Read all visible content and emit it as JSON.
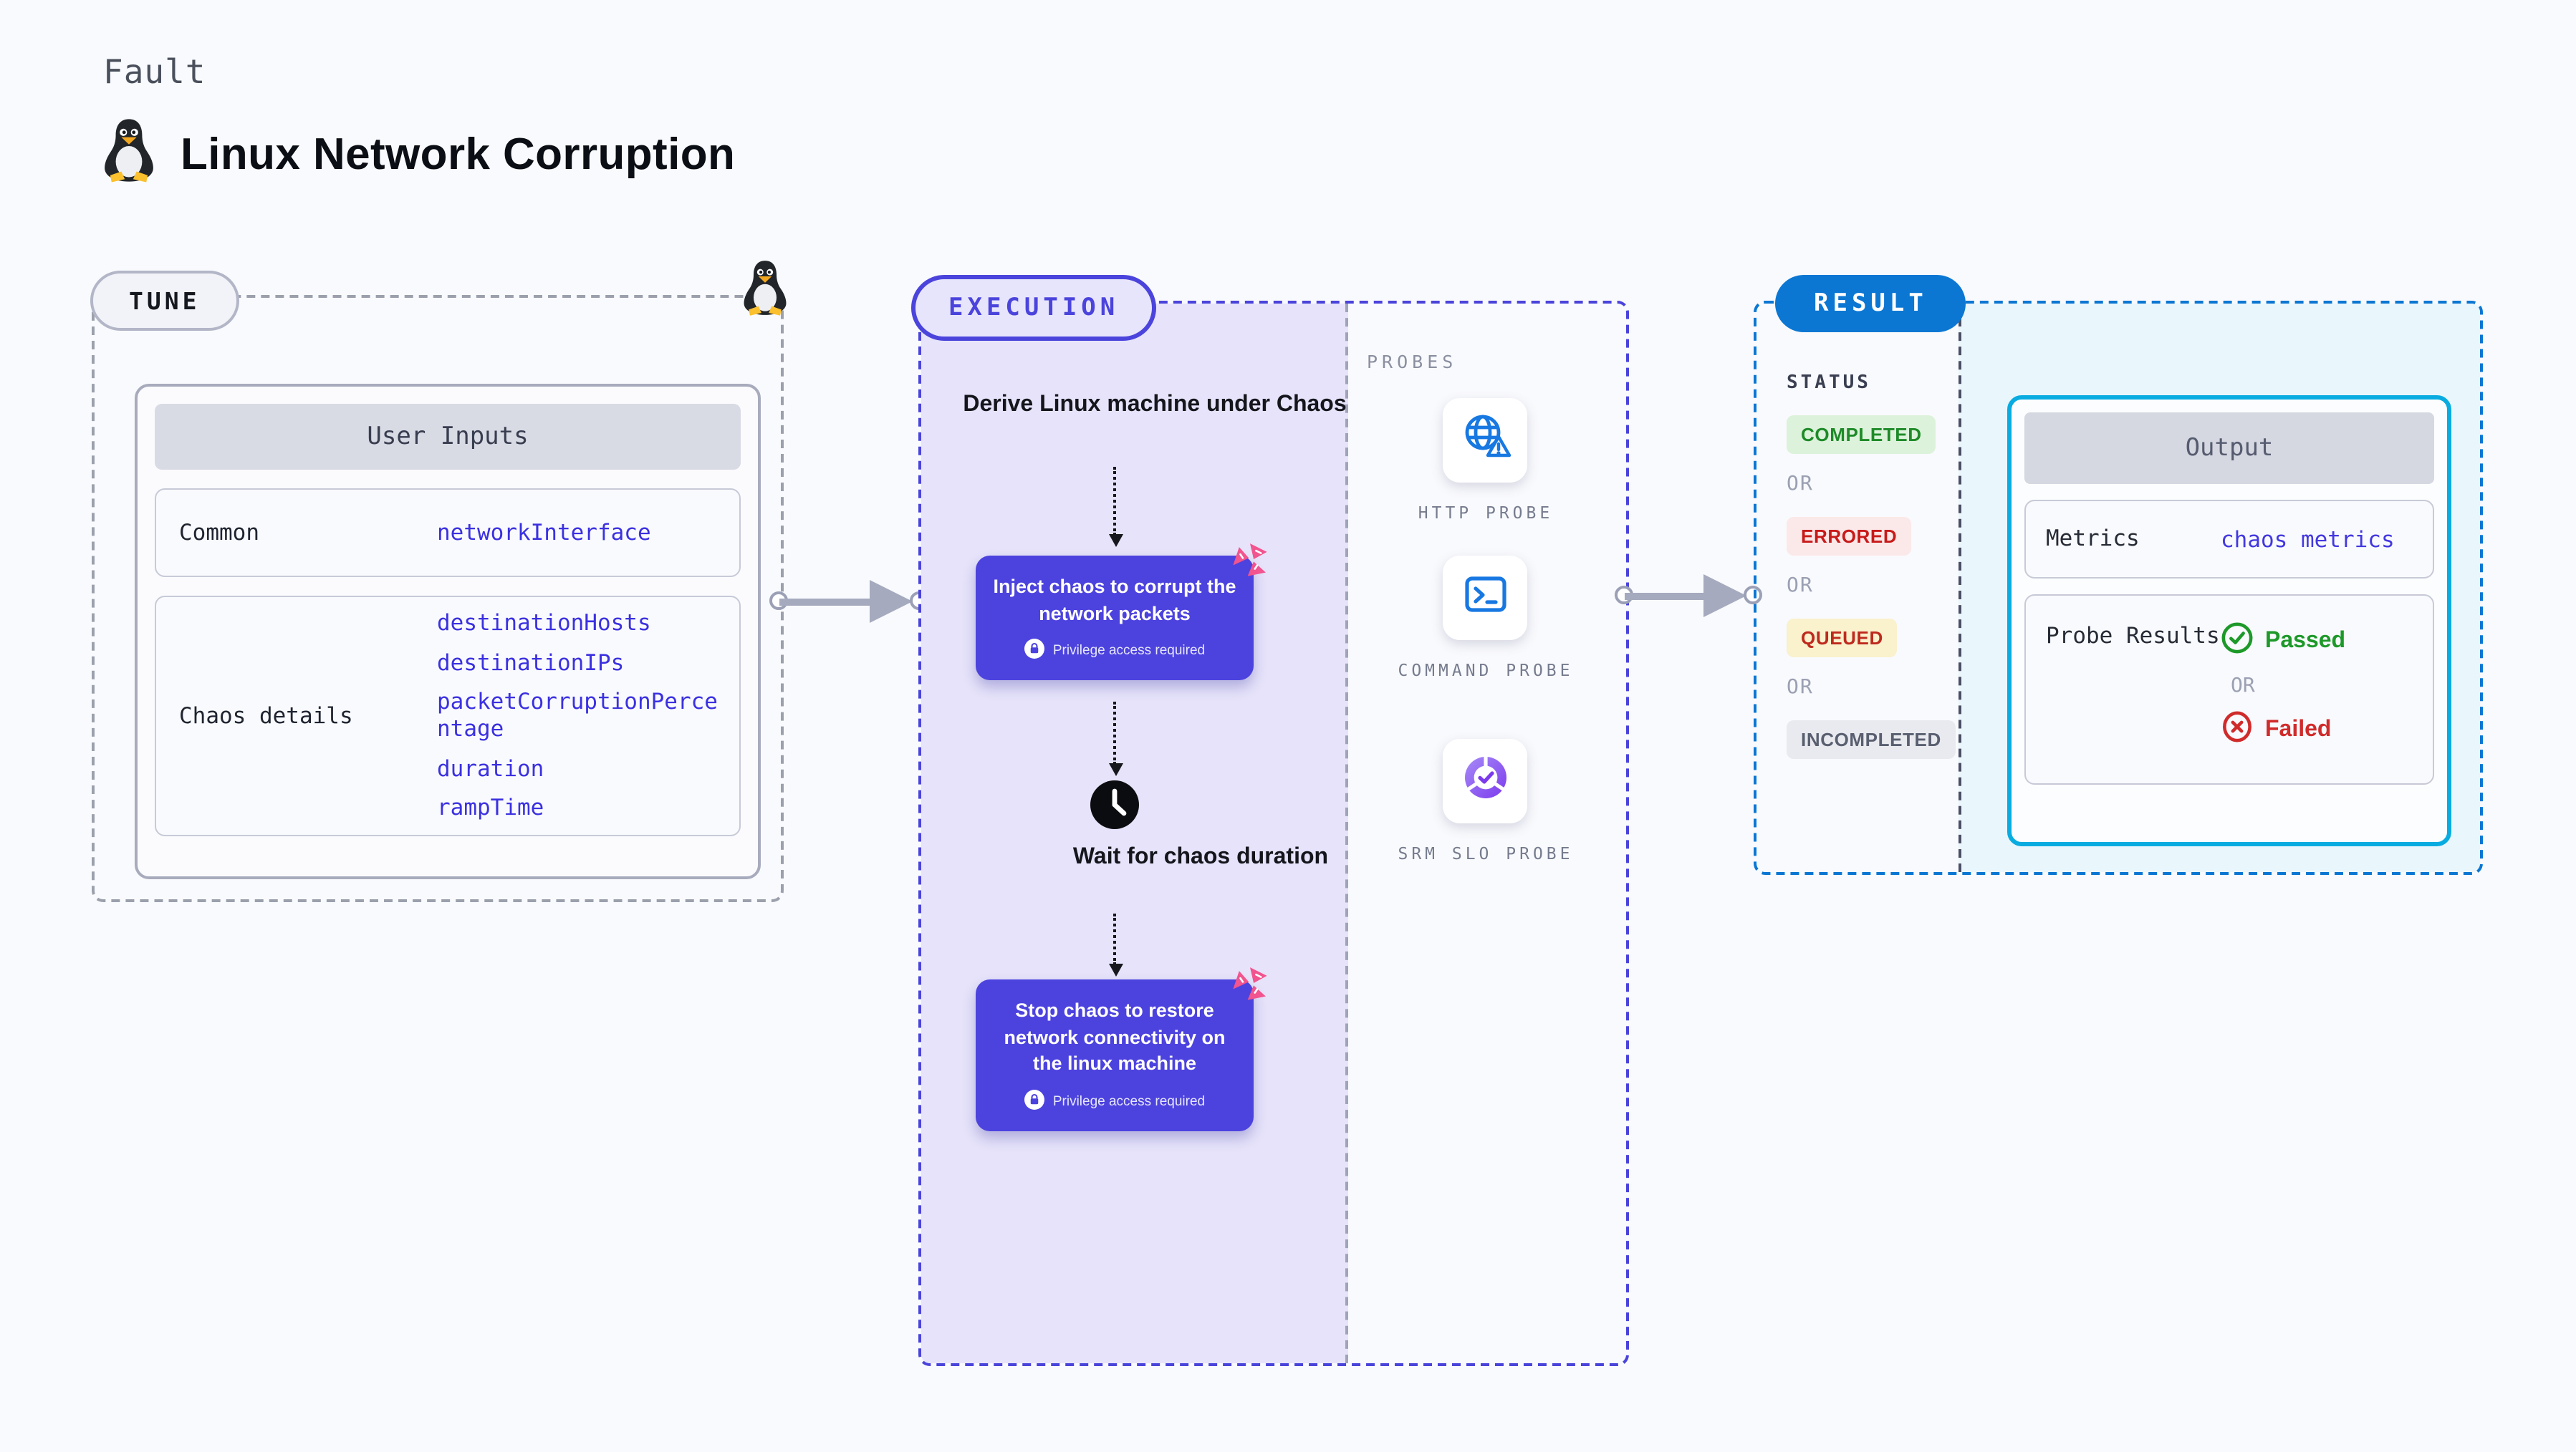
{
  "header": {
    "kicker": "Fault",
    "title": "Linux Network Corruption",
    "icon": "tux-penguin"
  },
  "tune": {
    "badge": "TUNE",
    "user_inputs": {
      "header": "User Inputs",
      "rows": [
        {
          "label": "Common",
          "values": [
            "networkInterface"
          ]
        },
        {
          "label": "Chaos details",
          "values": [
            "destinationHosts",
            "destinationIPs",
            "packetCorruptionPercentage",
            "duration",
            "rampTime"
          ]
        }
      ]
    }
  },
  "execution": {
    "badge": "EXECUTION",
    "steps": {
      "derive": "Derive Linux machine under Chaos",
      "inject": "Inject chaos to corrupt the network packets",
      "inject_note": "Privilege access required",
      "wait": "Wait for chaos duration",
      "stop": "Stop chaos to restore network connectivity on the linux machine",
      "stop_note": "Privilege access required"
    }
  },
  "probes": {
    "label": "PROBES",
    "items": [
      {
        "name": "HTTP PROBE",
        "icon": "globe-alert-icon"
      },
      {
        "name": "COMMAND PROBE",
        "icon": "terminal-icon"
      },
      {
        "name": "SRM SLO PROBE",
        "icon": "slo-donut-icon"
      }
    ]
  },
  "result": {
    "badge": "RESULT",
    "status_label": "STATUS",
    "separator": "OR",
    "statuses": [
      {
        "label": "COMPLETED",
        "fg": "#1E8A28",
        "bg": "#DCF2DB"
      },
      {
        "label": "ERRORED",
        "fg": "#C81A1A",
        "bg": "#FBE8E8"
      },
      {
        "label": "QUEUED",
        "fg": "#BE2A1E",
        "bg": "#FAF1CD"
      },
      {
        "label": "INCOMPLETED",
        "fg": "#595F70",
        "bg": "#E9EAEF"
      }
    ],
    "output": {
      "header": "Output",
      "rows": [
        {
          "label": "Metrics",
          "value": "chaos metrics"
        },
        {
          "label": "Probe Results",
          "passed": "Passed",
          "or": "OR",
          "failed": "Failed"
        }
      ]
    }
  },
  "colors": {
    "indigo": "#4C42DE",
    "indigo_border": "#4A44DB",
    "lavender": "#E6E3FA",
    "result_blue": "#0B77D3",
    "result_bg": "#E9F6FB",
    "output_border": "#09ACE0",
    "code_blue": "#3B31E0",
    "passed_green": "#1D9929",
    "failed_red": "#D02B2B",
    "pink": "#F1548E",
    "arrow_gray": "#A6AABE"
  }
}
